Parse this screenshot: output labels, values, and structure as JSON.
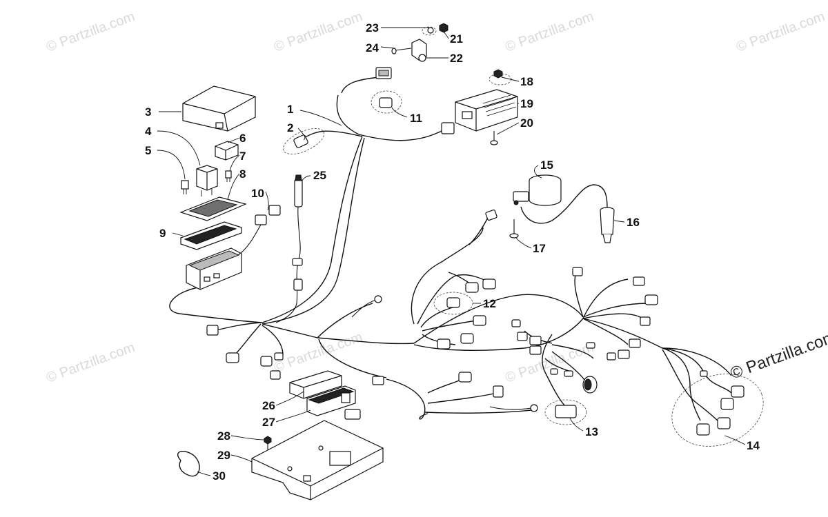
{
  "diagram": {
    "watermark_text": "© Partzilla.com",
    "watermark_large_text": "© Partzilla.com",
    "callouts": [
      {
        "id": "c1",
        "label": "1"
      },
      {
        "id": "c2",
        "label": "2"
      },
      {
        "id": "c3",
        "label": "3"
      },
      {
        "id": "c4",
        "label": "4"
      },
      {
        "id": "c5",
        "label": "5"
      },
      {
        "id": "c6",
        "label": "6"
      },
      {
        "id": "c7",
        "label": "7"
      },
      {
        "id": "c8",
        "label": "8"
      },
      {
        "id": "c9",
        "label": "9"
      },
      {
        "id": "c10",
        "label": "10"
      },
      {
        "id": "c11",
        "label": "11"
      },
      {
        "id": "c12",
        "label": "12"
      },
      {
        "id": "c13",
        "label": "13"
      },
      {
        "id": "c14",
        "label": "14"
      },
      {
        "id": "c15",
        "label": "15"
      },
      {
        "id": "c16",
        "label": "16"
      },
      {
        "id": "c17",
        "label": "17"
      },
      {
        "id": "c18",
        "label": "18"
      },
      {
        "id": "c19",
        "label": "19"
      },
      {
        "id": "c20",
        "label": "20"
      },
      {
        "id": "c21",
        "label": "21"
      },
      {
        "id": "c22",
        "label": "22"
      },
      {
        "id": "c23",
        "label": "23"
      },
      {
        "id": "c24",
        "label": "24"
      },
      {
        "id": "c25",
        "label": "25"
      },
      {
        "id": "c26",
        "label": "26"
      },
      {
        "id": "c27",
        "label": "27"
      },
      {
        "id": "c28",
        "label": "28"
      },
      {
        "id": "c29",
        "label": "29"
      },
      {
        "id": "c30",
        "label": "30"
      }
    ]
  }
}
